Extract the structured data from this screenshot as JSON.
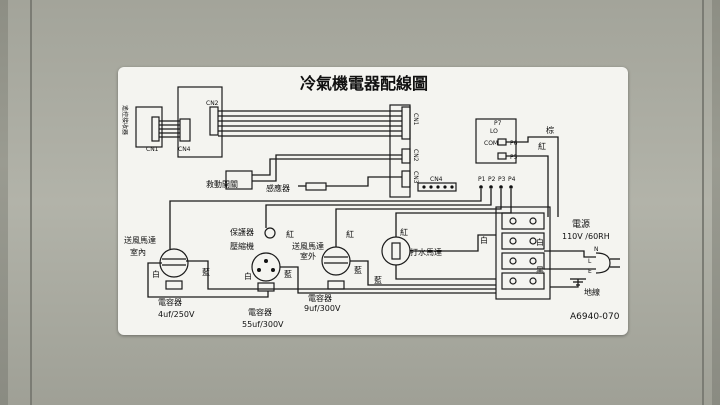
{
  "title": "冷氣機電器配線圖",
  "model_code": "A6940-070",
  "labels": {
    "remote_receiver": "遙控接收器",
    "cn1": "CN1",
    "cn4_left": "CN4",
    "cn2_top": "CN2",
    "cn1_right": "CN1",
    "cn2_right": "CN2",
    "cn3_right": "CN3",
    "cn4_main": "CN4",
    "emergency_switch": "救動開關",
    "sensor": "感應器",
    "p7": "P7",
    "lo": "LO",
    "com": "COM",
    "p6": "P6",
    "p5": "P5",
    "p1": "P1",
    "p2": "P2",
    "p3": "P3",
    "p4": "P4",
    "brown": "棕",
    "red_top": "紅",
    "fan_motor": "送風馬達",
    "indoor": "室內",
    "white_fan": "白",
    "blue_fan": "藍",
    "cap_fan": "電容器",
    "cap_fan_value": "4uf/250V",
    "protector": "保護器",
    "compressor": "壓縮機",
    "red_comp": "紅",
    "white_comp": "白",
    "blue_comp": "藍",
    "cap_comp": "電容器",
    "cap_comp_value": "55uf/300V",
    "outdoor_fan": "送風馬達",
    "outdoor": "室外",
    "red_outfan": "紅",
    "blue_outfan": "藍",
    "cap_outfan": "電容器",
    "cap_outfan_value": "9uf/300V",
    "pump_motor": "打水馬達",
    "red_pump": "紅",
    "blue_pump": "藍",
    "white_pump": "白",
    "power": "電源",
    "power_value": "110V /60RH",
    "n": "N",
    "l": "L",
    "e": "E",
    "black": "黑",
    "white_main": "白",
    "ground": "地線"
  }
}
